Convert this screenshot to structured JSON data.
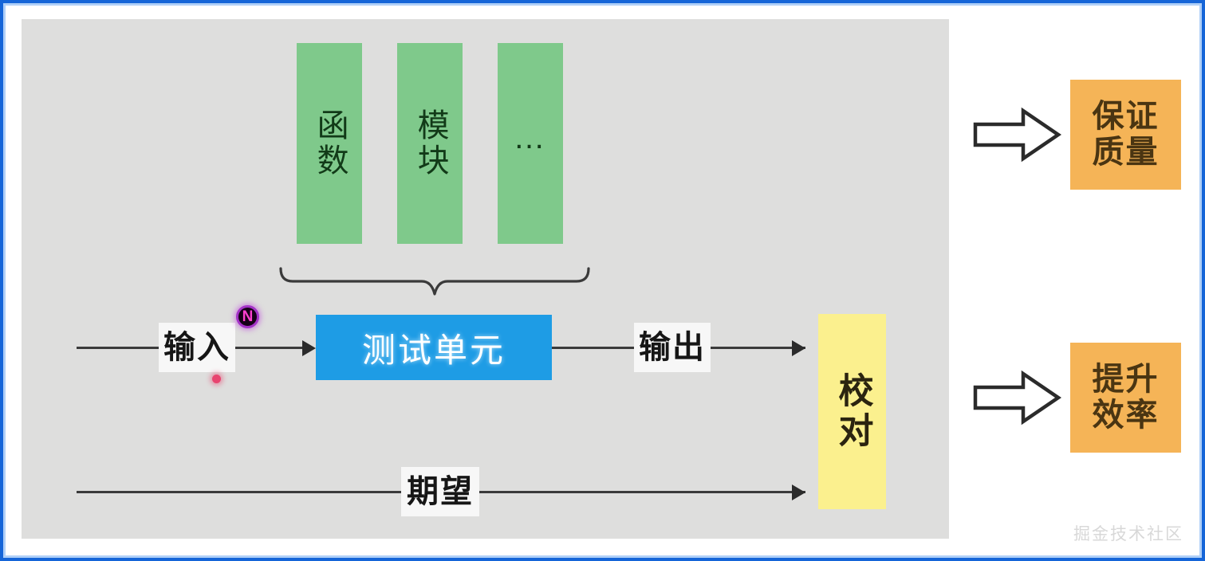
{
  "diagram": {
    "title": "unit-test-flow-diagram",
    "colors": {
      "frame_border": "#1565d8",
      "canvas_bg": "#dededd",
      "green": "#7fc98b",
      "blue": "#1e9ce5",
      "yellow": "#fbf08e",
      "orange": "#f5b457",
      "line": "#3a3a3a",
      "badge_purple": "#a433c7",
      "badge_text": "#ff3fd0",
      "red_dot": "#e8446f"
    },
    "units": [
      {
        "label": "函数",
        "kind": "vertical-text"
      },
      {
        "label": "模块",
        "kind": "vertical-text"
      },
      {
        "label": "…",
        "kind": "ellipsis"
      }
    ],
    "test_unit": {
      "label": "测试单元"
    },
    "compare": {
      "label": "校对"
    },
    "flow_labels": {
      "input": "输入",
      "output": "输出",
      "expected": "期望"
    },
    "outcomes": [
      {
        "label": "保证质量",
        "line1": "保证",
        "line2": "质量"
      },
      {
        "label": "提升效率",
        "line1": "提升",
        "line2": "效率"
      }
    ],
    "cursor_badge": {
      "letter": "N"
    },
    "watermark": {
      "text": "掘金技术社区"
    }
  }
}
